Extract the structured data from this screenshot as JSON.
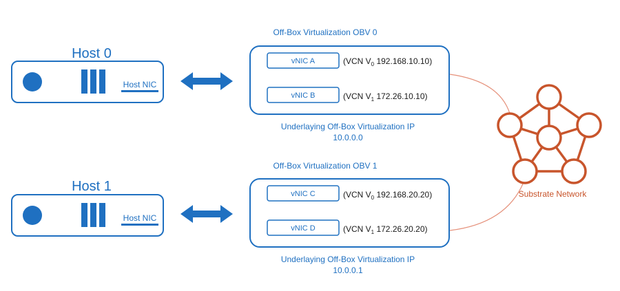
{
  "hosts": [
    {
      "label": "Host 0",
      "nic_label": "Host NIC"
    },
    {
      "label": "Host 1",
      "nic_label": "Host NIC"
    }
  ],
  "obvs": [
    {
      "title": "Off-Box Virtualization OBV 0",
      "ip_caption_line1": "Underlaying Off-Box Virtualization IP",
      "ip_caption_line2": "10.0.0.0",
      "vnics": [
        {
          "name": "vNIC A",
          "vcn_prefix": "(VCN V",
          "vcn_sub": "0",
          "vcn_ip": " 192.168.10.10)"
        },
        {
          "name": "vNIC B",
          "vcn_prefix": "(VCN V",
          "vcn_sub": "1",
          "vcn_ip": " 172.26.10.10)"
        }
      ]
    },
    {
      "title": "Off-Box Virtualization OBV 1",
      "ip_caption_line1": "Underlaying Off-Box Virtualization IP",
      "ip_caption_line2": "10.0.0.1",
      "vnics": [
        {
          "name": "vNIC C",
          "vcn_prefix": "(VCN V",
          "vcn_sub": "0",
          "vcn_ip": " 192.168.20.20)"
        },
        {
          "name": "vNIC D",
          "vcn_prefix": "(VCN V",
          "vcn_sub": "1",
          "vcn_ip": " 172.26.20.20)"
        }
      ]
    }
  ],
  "substrate": {
    "label": "Substrate Network"
  },
  "colors": {
    "blue": "#1F70C1",
    "orange": "#C8552C",
    "connector": "#E5907A"
  }
}
